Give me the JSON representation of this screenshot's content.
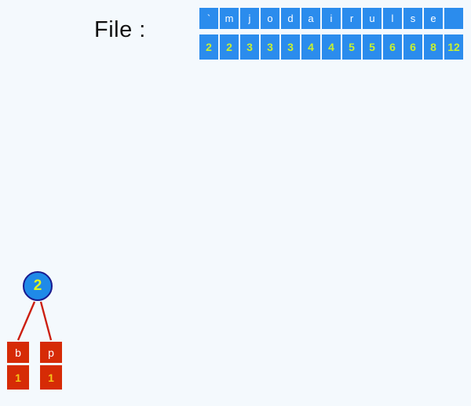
{
  "labels": {
    "file_label": "File :"
  },
  "frequency_table": {
    "characters": [
      "`",
      "m",
      "j",
      "o",
      "d",
      "a",
      "i",
      "r",
      "u",
      "l",
      "s",
      "e",
      ""
    ],
    "counts": [
      "2",
      "2",
      "3",
      "3",
      "3",
      "4",
      "4",
      "5",
      "5",
      "6",
      "6",
      "8",
      "12"
    ]
  },
  "tree": {
    "root": {
      "weight": "2"
    },
    "leaves": [
      {
        "symbol": "b",
        "weight": "1"
      },
      {
        "symbol": "p",
        "weight": "1"
      }
    ]
  },
  "colors": {
    "background": "#f4f9fd",
    "cell_blue": "#2b8ced",
    "cell_char_text": "#ffffff",
    "cell_count_text": "#c8f030",
    "node_blue": "#1f8ae8",
    "node_border": "#1b1b8f",
    "node_text": "#dff520",
    "leaf_red": "#d62b06",
    "leaf_symbol_text": "#ffffff",
    "leaf_weight_text": "#f5c518",
    "edge_red": "#cc1f11",
    "label_text": "#111111"
  }
}
